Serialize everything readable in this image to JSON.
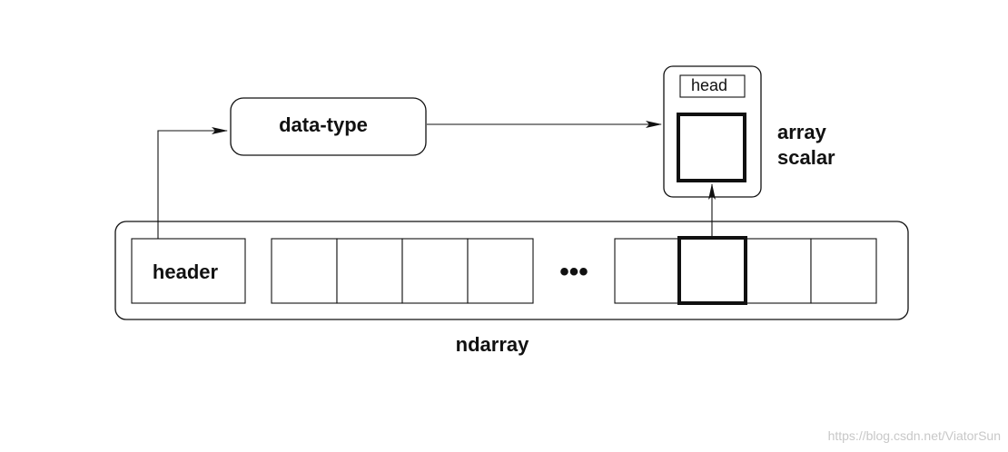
{
  "labels": {
    "data_type": "data-type",
    "header": "header",
    "head": "head",
    "array_scalar_line1": "array",
    "array_scalar_line2": "scalar",
    "ndarray": "ndarray",
    "ellipsis": "•••"
  },
  "watermark": "https://blog.csdn.net/ViatorSun",
  "colors": {
    "stroke": "#111111",
    "background": "#ffffff",
    "watermark": "#c8c8c8"
  }
}
